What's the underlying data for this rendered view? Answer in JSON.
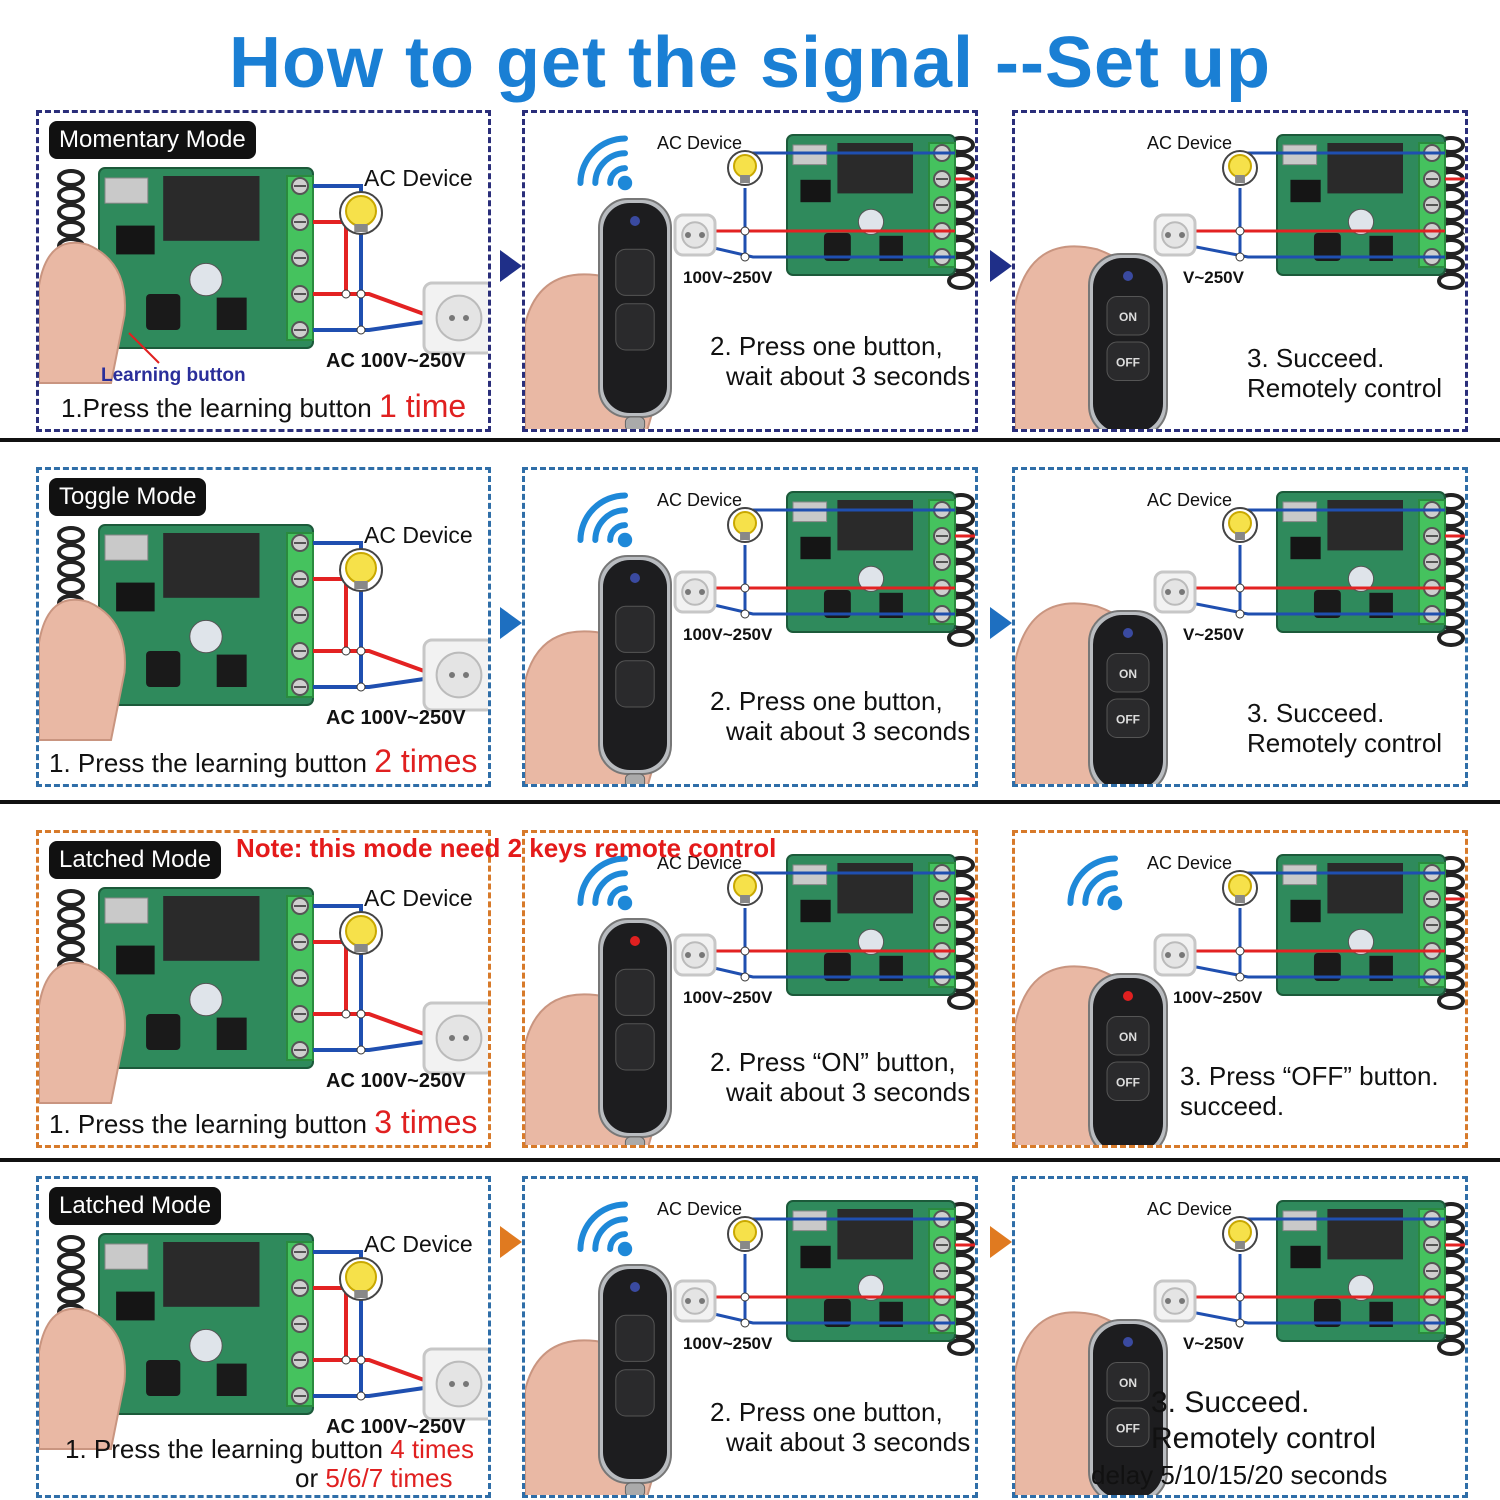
{
  "title": "How to get the signal --Set up",
  "note": "Note: this mode need 2 keys remote control",
  "common": {
    "ac_device": "AC Device",
    "voltage_full": "AC 100V~250V",
    "voltage_short": "100V~250V",
    "voltage_cut": "V~250V",
    "learning_button": "Learning button",
    "remote_on": "ON",
    "remote_off": "OFF"
  },
  "rows": [
    {
      "mode": "Momentary Mode",
      "step1_text": "1.Press the learning button",
      "step1_count": "1 time",
      "step2": [
        "2. Press one button,",
        "wait about 3 seconds"
      ],
      "step3": [
        "3.  Succeed.",
        "Remotely control"
      ]
    },
    {
      "mode": "Toggle Mode",
      "step1_text": "1. Press the learning button",
      "step1_count": "2 times",
      "step2": [
        "2. Press one button,",
        "wait about 3 seconds"
      ],
      "step3": [
        "3.  Succeed.",
        "Remotely control"
      ]
    },
    {
      "mode": "Latched Mode",
      "step1_text": "1. Press the learning button",
      "step1_count": "3 times",
      "step2": [
        "2. Press   “ON” button,",
        "wait about 3 seconds"
      ],
      "step3": [
        "3. Press   “OFF” button.",
        "succeed."
      ]
    },
    {
      "mode": "Latched Mode",
      "step1_text": "1. Press the learning button",
      "step1_count": "4 times",
      "step1_or": "or",
      "step1_count_alt": "5/6/7 times",
      "step2": [
        "2. Press one button,",
        "wait about 3 seconds"
      ],
      "step3": [
        "3.  Succeed.",
        "Remotely control",
        "delay 5/10/15/20 seconds"
      ]
    }
  ],
  "colors": {
    "title": "#1a7fd4",
    "accent_red": "#e02020",
    "row1_border": "#2a2e7a",
    "row2_border": "#2f6ea8",
    "row3_border": "#d77a2a",
    "row4_border": "#2f6ea8",
    "board_green": "#2e8b57",
    "terminal_green": "#3fbf5a",
    "wire_red": "#e32222",
    "wire_blue": "#1f4fb0"
  }
}
